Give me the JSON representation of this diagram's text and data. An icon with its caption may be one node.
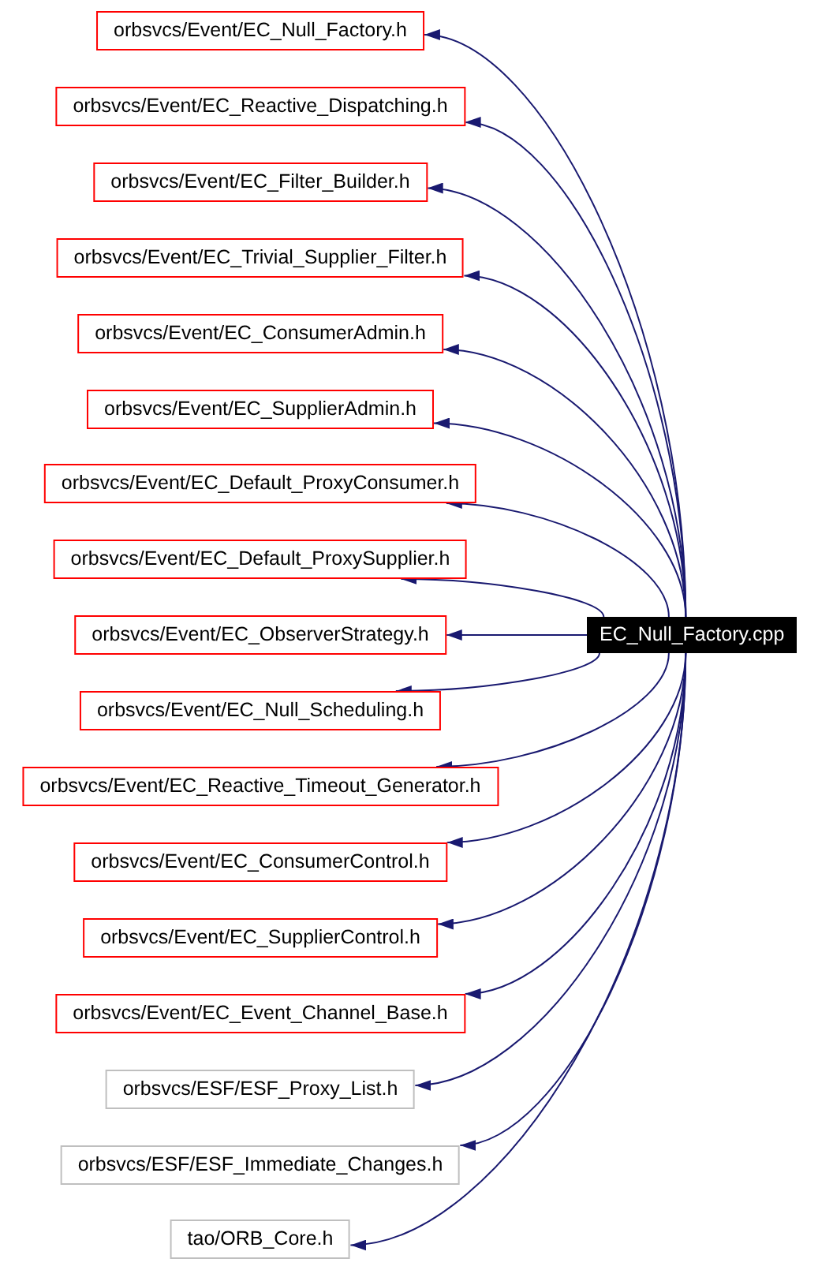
{
  "diagram": {
    "nodes": [
      {
        "text": [
          "orbsvcs/Event/EC_Null_Factory.h"
        ]
      },
      {
        "text": [
          "orbsvcs/Event/EC_Reactive_Dispatching.h"
        ]
      },
      {
        "text": [
          "orbsvcs/Event/EC_Filter_Builder.h"
        ]
      },
      {
        "text": [
          "orbsvcs/Event/EC_Trivial_Supplier_Filter.h"
        ]
      },
      {
        "text": [
          "orbsvcs/Event/EC_ConsumerAdmin.h"
        ]
      },
      {
        "text": [
          "orbsvcs/Event/EC_SupplierAdmin.h"
        ]
      },
      {
        "text": [
          "orbsvcs/Event/EC_Default_ProxyConsumer.h"
        ]
      },
      {
        "text": [
          "orbsvcs/Event/EC_Default_ProxySupplier.h"
        ]
      },
      {
        "text": [
          "orbsvcs/Event/EC_ObserverStrategy.h"
        ]
      },
      {
        "text": [
          "orbsvcs/Event/EC_Null_Scheduling.h"
        ]
      },
      {
        "text": [
          "orbsvcs/Event/EC_Reactive_Timeout_Generator.h"
        ]
      },
      {
        "text": [
          "orbsvcs/Event/EC_ConsumerControl.h"
        ]
      },
      {
        "text": [
          "orbsvcs/Event/EC_SupplierControl.h"
        ]
      },
      {
        "text": [
          "orbsvcs/Event/EC_Event_Channel_Base.h"
        ]
      },
      {
        "text": [
          "orbsvcs/ESF/ESF_Proxy_List.h"
        ]
      },
      {
        "text": [
          "orbsvcs/ESF/ESF_Immediate_Changes.h"
        ]
      },
      {
        "text": [
          "tao/ORB_Core.h"
        ]
      },
      {
        "text": [
          "EC_Null_Factory.cpp"
        ]
      }
    ],
    "edges": [
      {
        "from": 17,
        "to": 0,
        "arrow": "to"
      },
      {
        "from": 17,
        "to": 1,
        "arrow": "to"
      },
      {
        "from": 17,
        "to": 2,
        "arrow": "to"
      },
      {
        "from": 17,
        "to": 3,
        "arrow": "to"
      },
      {
        "from": 17,
        "to": 4,
        "arrow": "to"
      },
      {
        "from": 17,
        "to": 5,
        "arrow": "to"
      },
      {
        "from": 17,
        "to": 6,
        "arrow": "to"
      },
      {
        "from": 17,
        "to": 7,
        "arrow": "to"
      },
      {
        "from": 17,
        "to": 8,
        "arrow": "to"
      },
      {
        "from": 17,
        "to": 9,
        "arrow": "to"
      },
      {
        "from": 17,
        "to": 10,
        "arrow": "to"
      },
      {
        "from": 17,
        "to": 11,
        "arrow": "to"
      },
      {
        "from": 17,
        "to": 12,
        "arrow": "to"
      },
      {
        "from": 17,
        "to": 13,
        "arrow": "to"
      },
      {
        "from": 17,
        "to": 14,
        "arrow": "to"
      },
      {
        "from": 17,
        "to": 15,
        "arrow": "to"
      },
      {
        "from": 17,
        "to": 16,
        "arrow": "to"
      }
    ]
  }
}
